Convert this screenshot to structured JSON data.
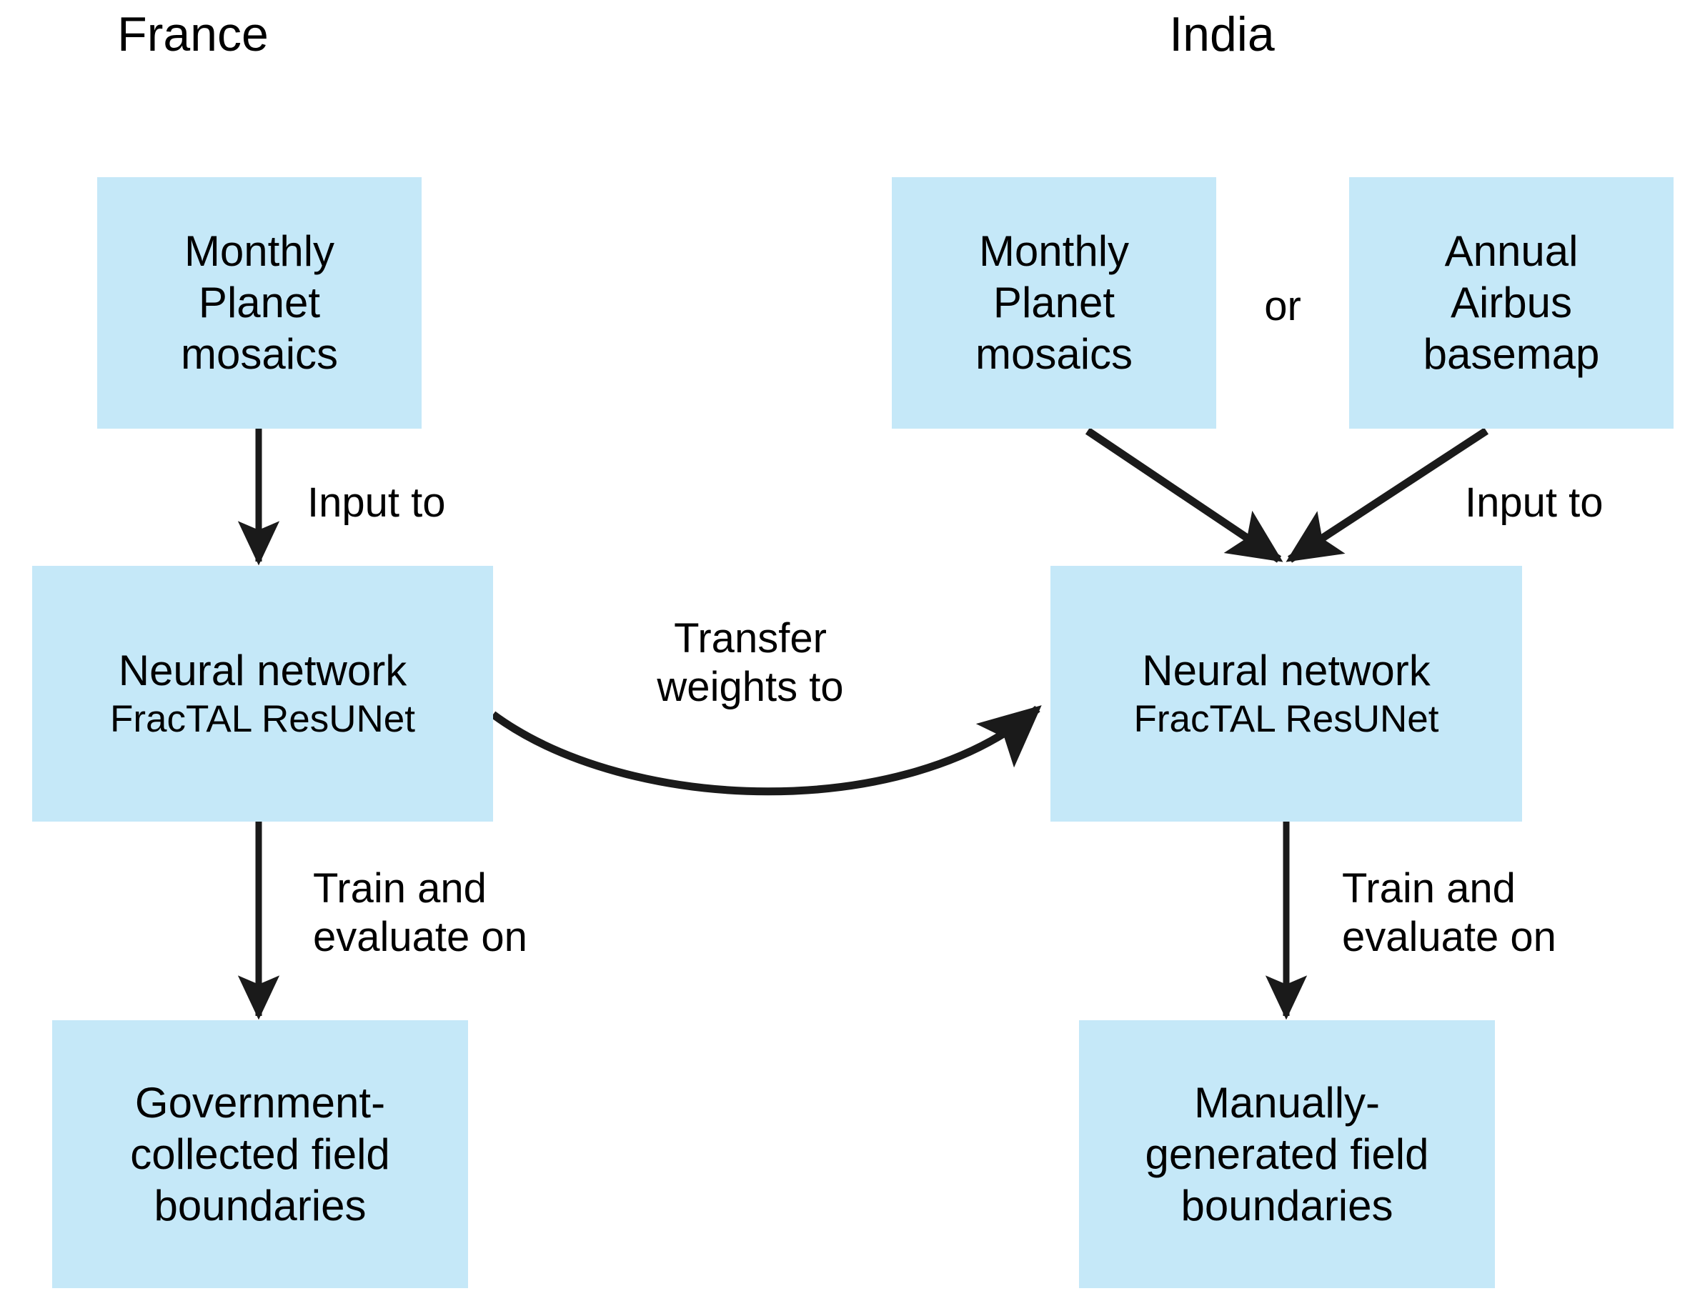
{
  "diagram": {
    "title_france": "France",
    "title_india": "India",
    "or_label": "or",
    "colors": {
      "box_fill": "#c5e8f8",
      "text": "#000000",
      "arrow": "#000000",
      "background": "#ffffff"
    },
    "nodes": {
      "france_imagery": {
        "line1": "Monthly",
        "line2": "Planet",
        "line3": "mosaics"
      },
      "india_imagery": {
        "line1": "Monthly",
        "line2": "Planet",
        "line3": "mosaics"
      },
      "india_imagery_alt": {
        "line1": "Annual",
        "line2": "Airbus",
        "line3": "basemap"
      },
      "france_model": {
        "line1": "Neural network",
        "line2": "FracTAL ResUNet"
      },
      "india_model": {
        "line1": "Neural network",
        "line2": "FracTAL ResUNet"
      },
      "france_labels": {
        "line1": "Government-",
        "line2": "collected field",
        "line3": "boundaries"
      },
      "india_labels": {
        "line1": "Manually-",
        "line2": "generated field",
        "line3": "boundaries"
      }
    },
    "edges": {
      "france_input_to": "Input to",
      "india_input_to": "Input to",
      "transfer_weights": "Transfer\nweights to",
      "france_train_eval": "Train and\nevaluate on",
      "india_train_eval": "Train and\nevaluate on"
    }
  }
}
